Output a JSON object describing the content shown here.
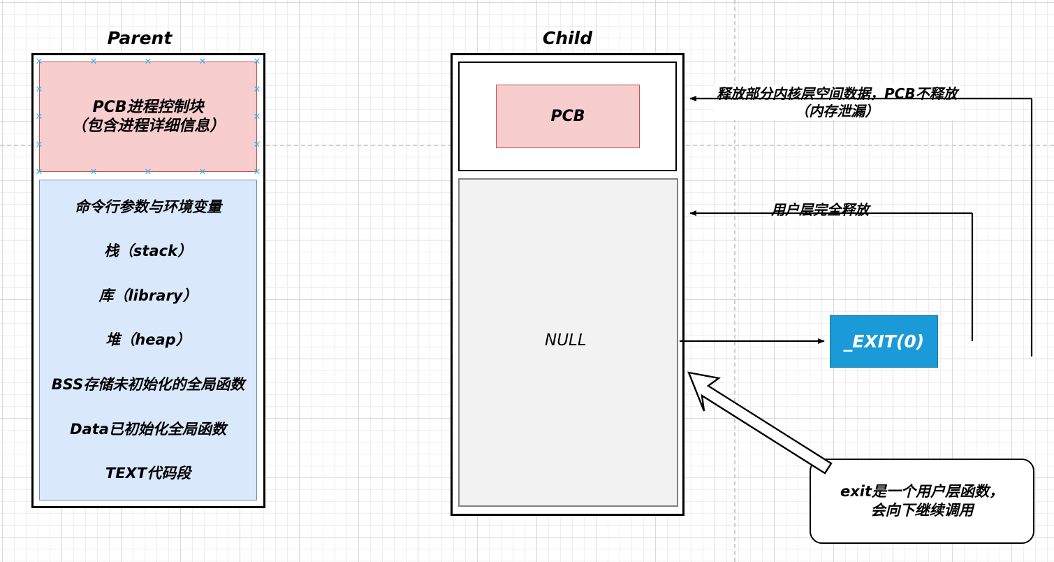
{
  "diagram": {
    "background": "#ffffff",
    "grid_minor_color": "#eeeeee",
    "grid_major_color": "#d9d9d9",
    "guide_color": "#cfcfcf"
  },
  "parent": {
    "title": "Parent",
    "pcb": {
      "line1": "PCB进程控制块",
      "line2": "（包含进程详细信息）",
      "fill": "#F7CDCE",
      "stroke": "#b85450",
      "selected": true
    },
    "memory": {
      "fill": "#DAE8FC",
      "stroke": "#6c8ebf",
      "rows": [
        "命令行参数与环境变量",
        "栈（stack）",
        "库（library）",
        "堆（heap）",
        "BSS存储未初始化的全局函数",
        "Data已初始化全局函数",
        "TEXT代码段"
      ]
    }
  },
  "child": {
    "title": "Child",
    "pcb": {
      "label": "PCB",
      "fill": "#F7CDCE",
      "stroke": "#b85450"
    },
    "user_space": {
      "label": "NULL",
      "fill": "#F2F2F2",
      "stroke": "#808080"
    }
  },
  "exit_node": {
    "label": "_EXIT(0)",
    "fill": "#1A9BD7",
    "text_color": "#ffffff"
  },
  "annotations": {
    "kernel": {
      "line1": "释放部分内核层空间数据，PCB不释放",
      "line2": "（内存泄漏）"
    },
    "user": {
      "line1": "用户层完全释放"
    }
  },
  "callout": {
    "line1": "exit是一个用户层函数，",
    "line2": "会向下继续调用"
  },
  "icons": {
    "selection_handle": "selection-handle-x-icon",
    "arrow": "arrow-icon",
    "block_arrow": "block-arrow-icon"
  }
}
